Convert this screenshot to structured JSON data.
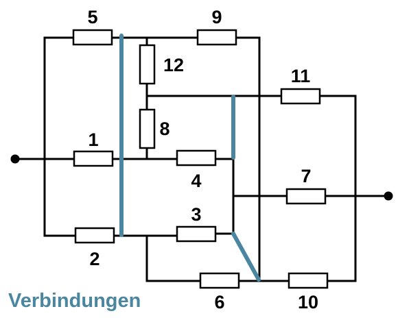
{
  "resistors": [
    {
      "id": "r1",
      "label": "1"
    },
    {
      "id": "r2",
      "label": "2"
    },
    {
      "id": "r3",
      "label": "3"
    },
    {
      "id": "r4",
      "label": "4"
    },
    {
      "id": "r5",
      "label": "5"
    },
    {
      "id": "r6",
      "label": "6"
    },
    {
      "id": "r7",
      "label": "7"
    },
    {
      "id": "r8",
      "label": "8"
    },
    {
      "id": "r9",
      "label": "9"
    },
    {
      "id": "r10",
      "label": "10"
    },
    {
      "id": "r11",
      "label": "11"
    },
    {
      "id": "r12",
      "label": "12"
    }
  ],
  "caption": "Verbindungen",
  "colors": {
    "wire": "#000000",
    "connection": "#4a86a0",
    "caption": "#4a86a0"
  }
}
